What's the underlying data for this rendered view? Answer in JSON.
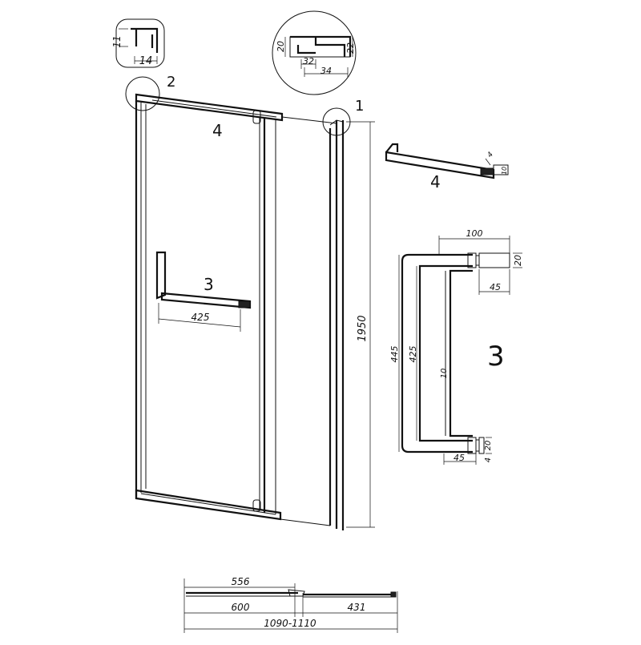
{
  "callouts": {
    "detail_1": "1",
    "detail_2": "2",
    "part_3": "3",
    "part_4": "4",
    "part_3_big": "3",
    "part_4_side": "4"
  },
  "detail_2_dims": {
    "side": "11",
    "width": "14"
  },
  "detail_1_dims": {
    "left": "20",
    "right": "22",
    "inner": "32",
    "outer": "34"
  },
  "door_dims": {
    "height": "1950",
    "handle_length": "425"
  },
  "handle_dims": {
    "total_width": "100",
    "bar_thickness": "20",
    "standoff": "45",
    "outer_length": "445",
    "inner_length": "425",
    "rod_diameter": "10",
    "bottom_standoff": "45",
    "bottom_thickness": "20",
    "bottom_gap": "4"
  },
  "bar4_dims": {
    "end": "4",
    "side": "10"
  },
  "plan_dims": {
    "door_open": "556",
    "door_width": "600",
    "fixed_panel": "431",
    "total": "1090-1110"
  }
}
